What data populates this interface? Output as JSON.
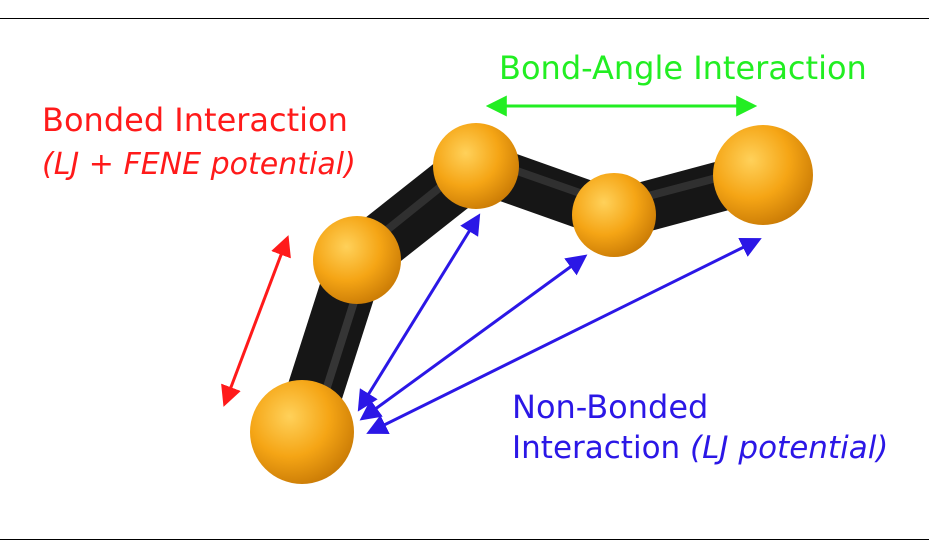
{
  "colors": {
    "bonded": "#ff1a1a",
    "angle": "#22ee22",
    "nonbonded": "#2b17e6",
    "bead": "#f5a515",
    "bond": "#1a1a1a"
  },
  "labels": {
    "bonded_title": "Bonded Interaction",
    "bonded_sub": "(LJ + FENE potential)",
    "angle": "Bond-Angle Interaction",
    "nonbonded_line1": "Non-Bonded",
    "nonbonded_line2_plain": "Interaction ",
    "nonbonded_line2_italic": "(LJ potential)"
  },
  "chain": {
    "beads": [
      "bead-1",
      "bead-2",
      "bead-3",
      "bead-4",
      "bead-5"
    ],
    "bonds": [
      "bond-1-2",
      "bond-2-3",
      "bond-3-4",
      "bond-4-5"
    ]
  }
}
